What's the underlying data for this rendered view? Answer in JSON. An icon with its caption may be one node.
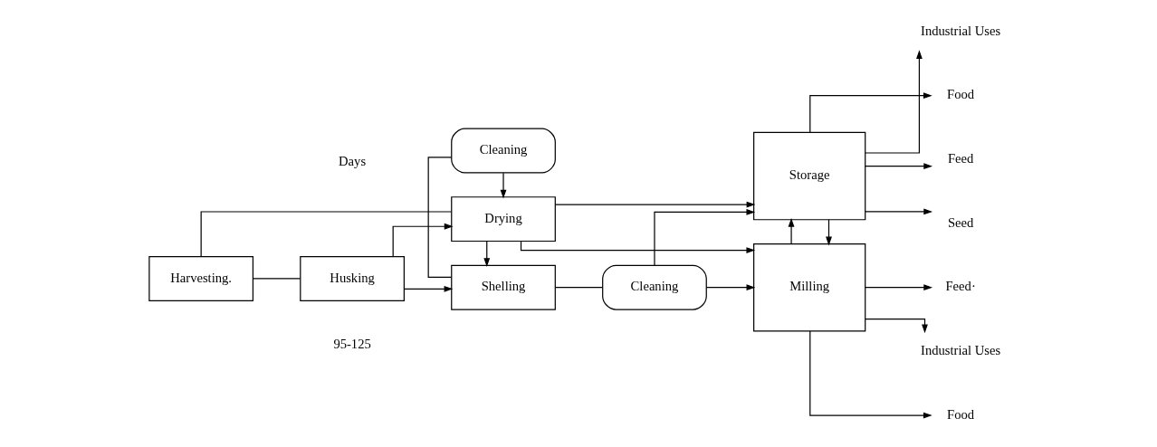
{
  "diagram": {
    "nodes": [
      {
        "text": [
          "Harvesting."
        ]
      },
      {
        "text": [
          "Husking"
        ]
      },
      {
        "text": [
          "Shelling"
        ]
      },
      {
        "text": [
          "Cleaning"
        ]
      },
      {
        "text": [
          "Cleaning"
        ]
      },
      {
        "text": [
          "Drying"
        ]
      },
      {
        "text": [
          "Milling"
        ]
      },
      {
        "text": [
          "Storage"
        ]
      },
      {
        "text": [
          "Food"
        ]
      },
      {
        "text": [
          "Feed·"
        ]
      },
      {
        "text": [
          "Industrial Uses"
        ]
      },
      {
        "text": [
          "Food"
        ]
      },
      {
        "text": [
          "Feed"
        ]
      },
      {
        "text": [
          "Seed"
        ]
      },
      {
        "text": [
          "Industrial Uses"
        ]
      }
    ],
    "edges": [
      {
        "from": 0,
        "to": 1,
        "arrow": "none"
      },
      {
        "from": 1,
        "to": 2,
        "arrow": "to"
      },
      {
        "from": 1,
        "to": 5,
        "arrow": "to"
      },
      {
        "from": 0,
        "to": 5,
        "arrow": "none"
      },
      {
        "from": 5,
        "to": 2,
        "arrow": "to"
      },
      {
        "from": 2,
        "to": 3,
        "arrow": "none"
      },
      {
        "from": 2,
        "to": 4,
        "arrow": "none"
      },
      {
        "from": 4,
        "to": 5,
        "arrow": "to"
      },
      {
        "from": 3,
        "to": 6,
        "arrow": "to"
      },
      {
        "from": 3,
        "to": 7,
        "arrow": "to"
      },
      {
        "from": 5,
        "to": 6,
        "arrow": "to"
      },
      {
        "from": 5,
        "to": 7,
        "arrow": "to"
      },
      {
        "from": 6,
        "to": 7,
        "arrow": "to"
      },
      {
        "from": 7,
        "to": 6,
        "arrow": "to"
      },
      {
        "from": 6,
        "to": 8,
        "arrow": "to"
      },
      {
        "from": 6,
        "to": 9,
        "arrow": "to"
      },
      {
        "from": 6,
        "to": 10,
        "arrow": "to"
      },
      {
        "from": 7,
        "to": 11,
        "arrow": "to"
      },
      {
        "from": 7,
        "to": 12,
        "arrow": "to"
      },
      {
        "from": 7,
        "to": 13,
        "arrow": "to"
      },
      {
        "from": 7,
        "to": 14,
        "arrow": "to"
      }
    ],
    "labels": [
      "95-125",
      "Days"
    ]
  }
}
